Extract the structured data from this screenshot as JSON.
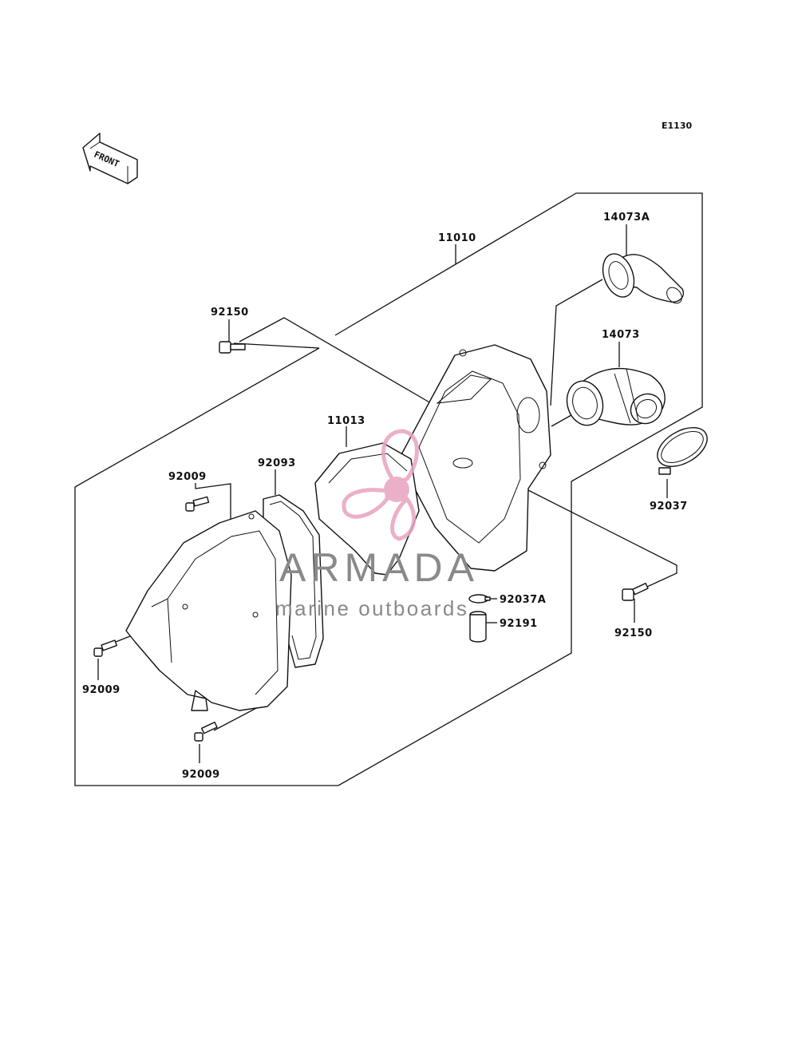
{
  "diagram": {
    "ref_code": "E1130",
    "front_arrow_label": "FRONT",
    "labels": {
      "p14073A": "14073A",
      "p11010": "11010",
      "p92150_top": "92150",
      "p14073": "14073",
      "p11013": "11013",
      "p92093": "92093",
      "p92009_top": "92009",
      "p92037": "92037",
      "p92037A": "92037A",
      "p92191": "92191",
      "p92150_right": "92150",
      "p92009_left": "92009",
      "p92009_bottom": "92009"
    }
  },
  "watermark": {
    "title": "ARMADA",
    "subtitle": "marine outboards",
    "colors": {
      "logo": "#e8a3c0",
      "text": "#8a8a8a"
    }
  }
}
